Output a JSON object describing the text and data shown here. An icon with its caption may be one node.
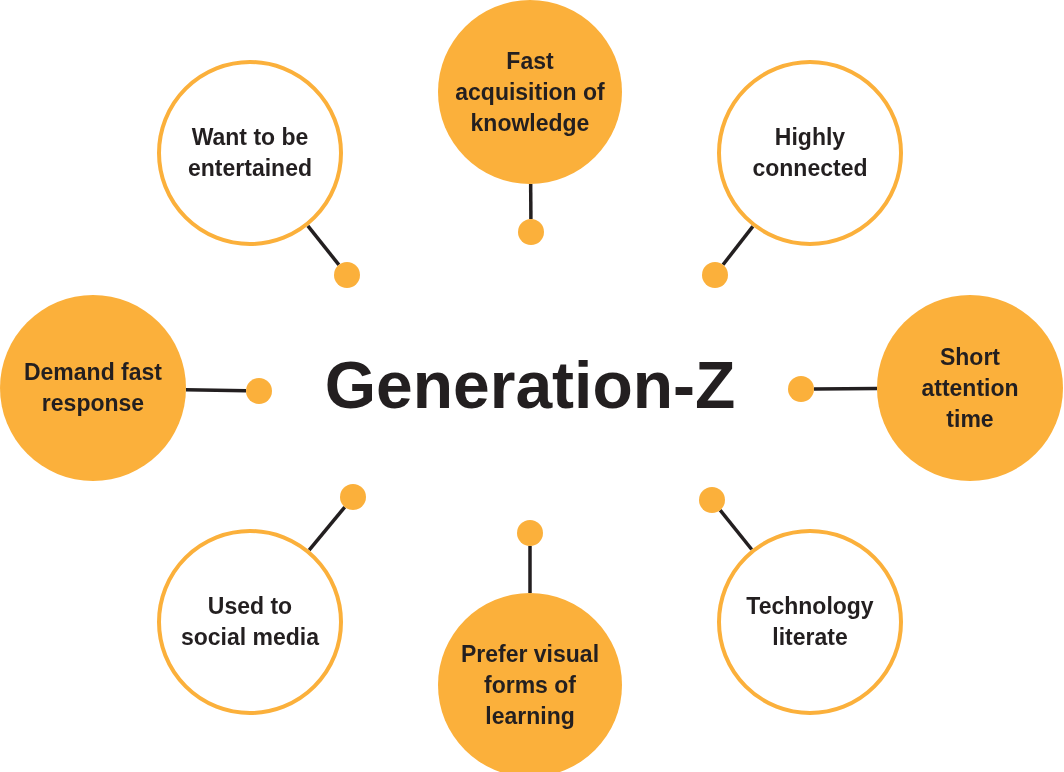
{
  "diagram": {
    "title": "Generation-Z",
    "nodes": [
      {
        "text": [
          "Fast acquisition of knowledge"
        ]
      },
      {
        "text": [
          "Want to be entertained"
        ]
      },
      {
        "text": [
          "Highly connected"
        ]
      },
      {
        "text": [
          "Demand fast response"
        ]
      },
      {
        "text": [
          "Short attention time"
        ]
      },
      {
        "text": [
          "Used to social media"
        ]
      },
      {
        "text": [
          "Technology literate"
        ]
      },
      {
        "text": [
          "Prefer visual forms of learning"
        ]
      },
      {
        "text": [],
        "shape": "circle"
      },
      {
        "text": [],
        "shape": "circle"
      },
      {
        "text": [],
        "shape": "circle"
      },
      {
        "text": [],
        "shape": "circle"
      },
      {
        "text": [],
        "shape": "circle"
      },
      {
        "text": [],
        "shape": "circle"
      },
      {
        "text": [],
        "shape": "circle"
      },
      {
        "text": [],
        "shape": "circle"
      }
    ],
    "edges": [
      {
        "from": 0,
        "to": 8,
        "arrow": "none"
      },
      {
        "from": 1,
        "to": 9,
        "arrow": "none"
      },
      {
        "from": 2,
        "to": 10,
        "arrow": "none"
      },
      {
        "from": 3,
        "to": 11,
        "arrow": "none"
      },
      {
        "from": 4,
        "to": 12,
        "arrow": "none"
      },
      {
        "from": 5,
        "to": 13,
        "arrow": "none"
      },
      {
        "from": 6,
        "to": 15,
        "arrow": "none"
      },
      {
        "from": 7,
        "to": 14,
        "arrow": "none"
      }
    ]
  }
}
